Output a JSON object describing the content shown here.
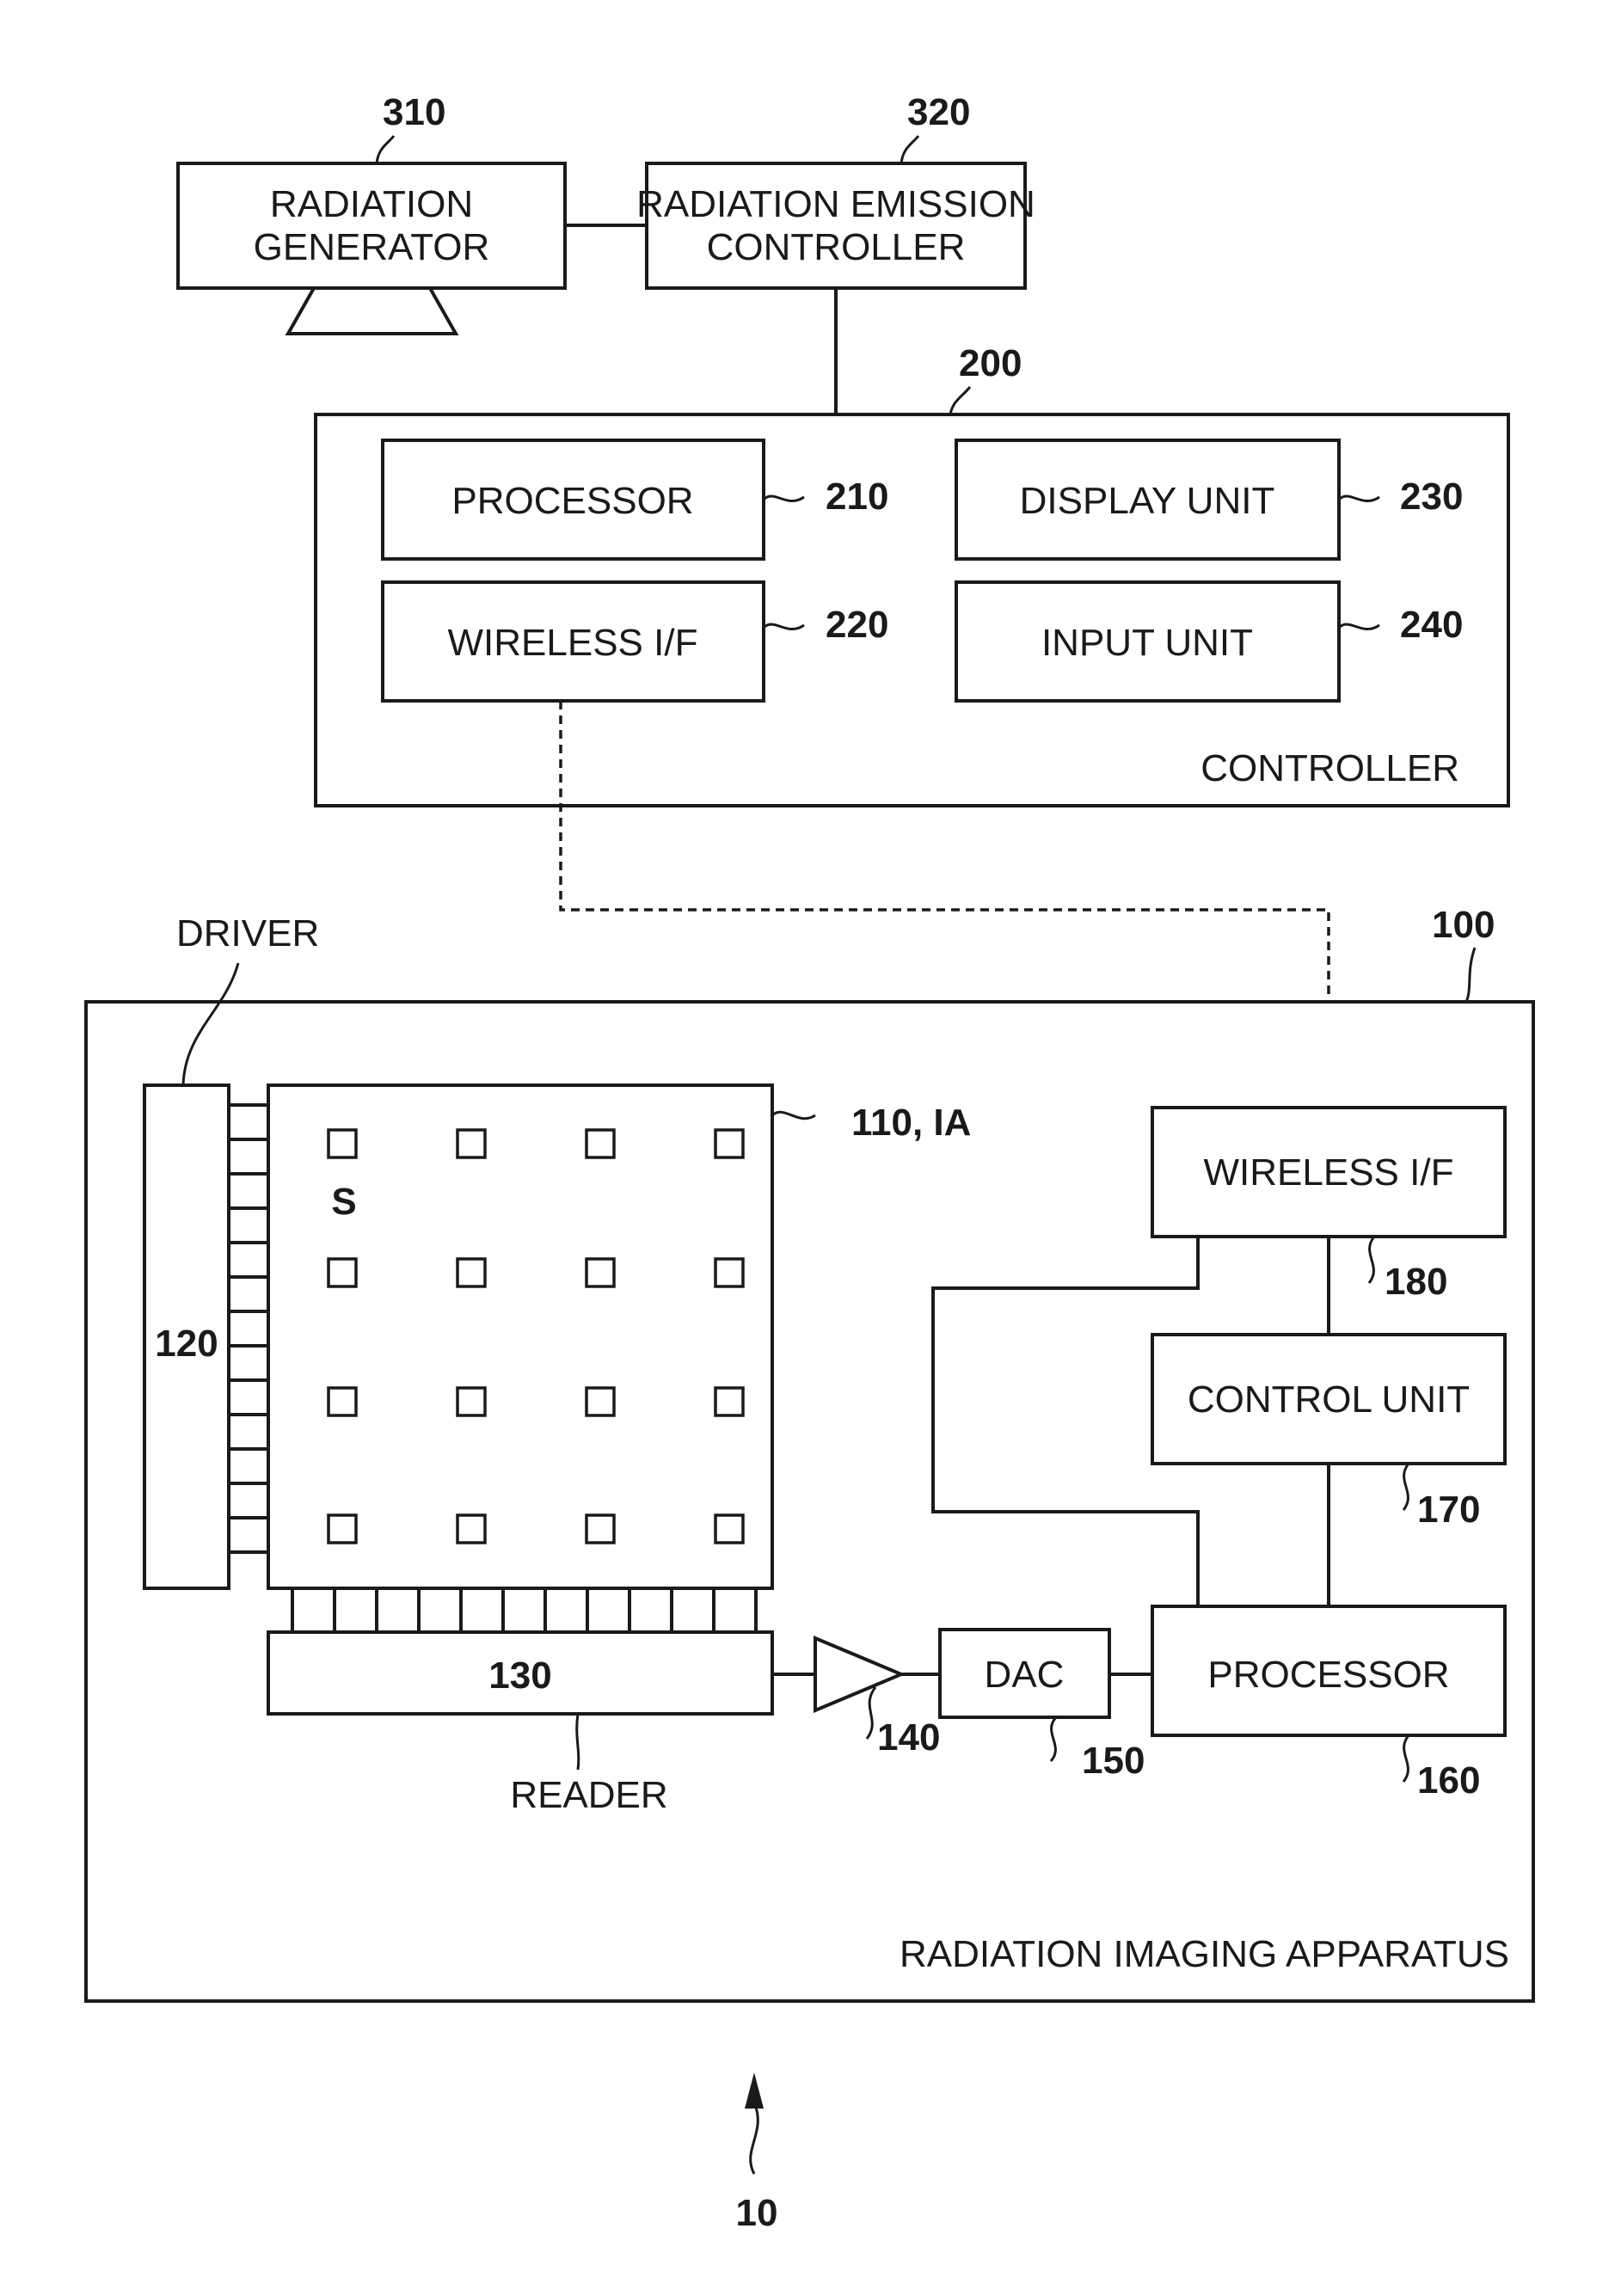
{
  "figure_ref": "10",
  "radiation_generator": {
    "ref": "310",
    "label_line1": "RADIATION",
    "label_line2": "GENERATOR"
  },
  "radiation_emission_controller": {
    "ref": "320",
    "label_line1": "RADIATION EMISSION",
    "label_line2": "CONTROLLER"
  },
  "controller": {
    "ref": "200",
    "label": "CONTROLLER",
    "processor": {
      "ref": "210",
      "label": "PROCESSOR"
    },
    "wireless_if": {
      "ref": "220",
      "label": "WIRELESS I/F"
    },
    "display_unit": {
      "ref": "230",
      "label": "DISPLAY UNIT"
    },
    "input_unit": {
      "ref": "240",
      "label": "INPUT UNIT"
    }
  },
  "apparatus": {
    "ref": "100",
    "label": "RADIATION IMAGING APPARATUS",
    "driver": {
      "ref": "120",
      "label": "DRIVER"
    },
    "imaging_area": {
      "ref": "110, IA",
      "sensor_label": "S"
    },
    "reader": {
      "ref": "130",
      "label": "READER"
    },
    "amplifier": {
      "ref": "140"
    },
    "dac": {
      "ref": "150",
      "label": "DAC"
    },
    "processor": {
      "ref": "160",
      "label": "PROCESSOR"
    },
    "control_unit": {
      "ref": "170",
      "label": "CONTROL UNIT"
    },
    "wireless_if": {
      "ref": "180",
      "label": "WIRELESS I/F"
    }
  }
}
